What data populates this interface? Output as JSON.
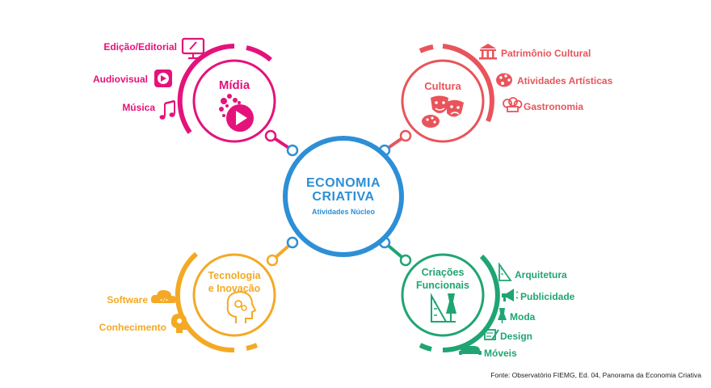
{
  "center": {
    "title_line1": "ECONOMIA",
    "title_line2": "CRIATIVA",
    "subtitle": "Atividades Núcleo"
  },
  "categories": {
    "midia": {
      "title": "Mídia",
      "color": "#e5127c",
      "items": [
        "Edição/Editorial",
        "Audiovisual",
        "Música"
      ]
    },
    "cultura": {
      "title": "Cultura",
      "color": "#e9545b",
      "items": [
        "Patrimônio Cultural",
        "Atividades Artísticas",
        "Gastronomia"
      ]
    },
    "tecnologia": {
      "title_line1": "Tecnologia",
      "title_line2": "e Inovação",
      "color": "#f4a924",
      "items": [
        "Software",
        "Conhecimento"
      ]
    },
    "criacoes": {
      "title_line1": "Criações",
      "title_line2": "Funcionais",
      "color": "#1fa572",
      "items": [
        "Arquitetura",
        "Publicidade",
        "Moda",
        "Design",
        "Móveis"
      ]
    }
  },
  "center_color": "#2d8fd6",
  "source": "Fonte: Observatório FIEMG, Ed. 04, Panorama da Economia Criativa"
}
